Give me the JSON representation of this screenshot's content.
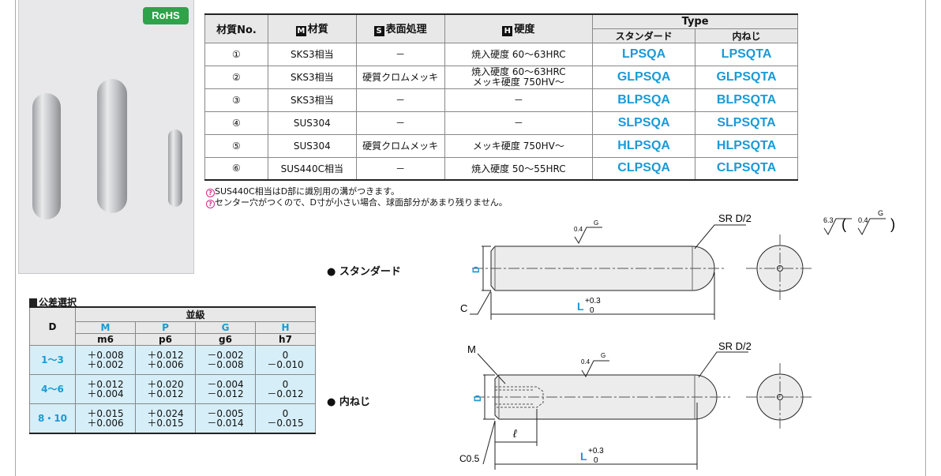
{
  "badge": "RoHS",
  "material_table": {
    "headers": {
      "no": "材質No.",
      "material_icon": "M",
      "material": "材質",
      "surface_icon": "S",
      "surface": "表面処理",
      "hardness_icon": "H",
      "hardness": "硬度",
      "type": "Type",
      "standard": "スタンダード",
      "inner": "内ねじ"
    },
    "rows": [
      {
        "no": "①",
        "material": "SKS3相当",
        "surface": "－",
        "hardness1": "焼入硬度 60～63HRC",
        "hardness2": "",
        "std": "LPSQA",
        "inner": "LPSQTA"
      },
      {
        "no": "②",
        "material": "SKS3相当",
        "surface": "硬質クロムメッキ",
        "hardness1": "焼入硬度 60～63HRC",
        "hardness2": "メッキ硬度 750HV～",
        "std": "GLPSQA",
        "inner": "GLPSQTA"
      },
      {
        "no": "③",
        "material": "SKS3相当",
        "surface": "－",
        "hardness1": "－",
        "hardness2": "",
        "std": "BLPSQA",
        "inner": "BLPSQTA"
      },
      {
        "no": "④",
        "material": "SUS304",
        "surface": "－",
        "hardness1": "－",
        "hardness2": "",
        "std": "SLPSQA",
        "inner": "SLPSQTA"
      },
      {
        "no": "⑤",
        "material": "SUS304",
        "surface": "硬質クロムメッキ",
        "hardness1": "メッキ硬度 750HV～",
        "hardness2": "",
        "std": "HLPSQA",
        "inner": "HLPSQTA"
      },
      {
        "no": "⑥",
        "material": "SUS440C相当",
        "surface": "－",
        "hardness1": "焼入硬度 50～55HRC",
        "hardness2": "",
        "std": "CLPSQA",
        "inner": "CLPSQTA"
      }
    ]
  },
  "notes": [
    "SUS440C相当はD部に識別用の溝がつきます。",
    "センター穴がつくので、D寸が小さい場合、球面部分があまり残りません。"
  ],
  "tolerance": {
    "title": "公差選択",
    "header_d": "D",
    "header_grade": "並級",
    "cols": [
      {
        "code": "M",
        "fit": "m6"
      },
      {
        "code": "P",
        "fit": "p6"
      },
      {
        "code": "G",
        "fit": "g6"
      },
      {
        "code": "H",
        "fit": "h7"
      }
    ],
    "rows": [
      {
        "d": "1～3",
        "vals": [
          [
            "＋0.008",
            "＋0.002"
          ],
          [
            "＋0.012",
            "＋0.006"
          ],
          [
            "－0.002",
            "－0.008"
          ],
          [
            "0",
            "－0.010"
          ]
        ]
      },
      {
        "d": "4～6",
        "vals": [
          [
            "＋0.012",
            "＋0.004"
          ],
          [
            "＋0.020",
            "＋0.012"
          ],
          [
            "－0.004",
            "－0.012"
          ],
          [
            "0",
            "－0.012"
          ]
        ]
      },
      {
        "d": "8・10",
        "vals": [
          [
            "＋0.015",
            "＋0.006"
          ],
          [
            "＋0.024",
            "＋0.015"
          ],
          [
            "－0.005",
            "－0.014"
          ],
          [
            "0",
            "－0.015"
          ]
        ]
      }
    ]
  },
  "drawing": {
    "label_standard": "● スタンダード",
    "label_inner": "● 内ねじ",
    "sr": "SR D/2",
    "d": "D",
    "c": "C",
    "c05": "C0.5",
    "m": "M",
    "l": "L",
    "l_tol_upper": "+0.3",
    "l_tol_lower": "0",
    "ell": "ℓ",
    "rough_04": "0.4",
    "rough_63": "6.3",
    "g": "G",
    "paren_open": "(",
    "paren_close": ")"
  }
}
